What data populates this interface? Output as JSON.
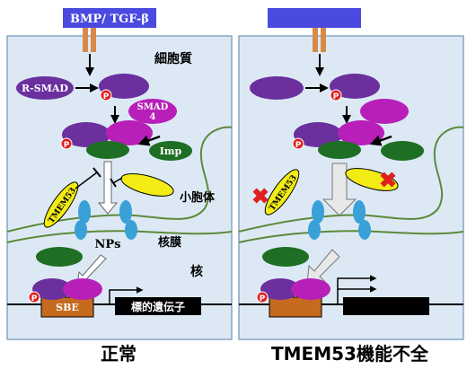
{
  "colors": {
    "cytoplasm": "#dce9f5",
    "panel_border": "#8aa6c4",
    "membrane": "#5c8a3a",
    "receptor_bar": "#4a4ae0",
    "receptor": "#d98a4a",
    "rsmad": "#6b2f9e",
    "smad4": "#b81fb8",
    "importin": "#1e6e24",
    "phospho": "#e02020",
    "tmem53": "#f2ec14",
    "np_pore": "#3aa0d8",
    "sbe_box": "#c56a1e",
    "gene_box": "#000000",
    "inhibit_cross": "#e02020"
  },
  "left_panel": {
    "ligand_label": "BMP/ TGF-β",
    "cytoplasm_label": "細胞質",
    "rsmad_label": "R-SMAD",
    "phospho_label": "P",
    "smad4_label_line1": "SMAD",
    "smad4_label_line2": "4",
    "importin_label": "Imp",
    "tmem53_label": "TMEM53",
    "vesicle_label": "小胞体",
    "np_label": "NPs",
    "nuclear_membrane_label": "核膜",
    "nucleus_label": "核",
    "sbe_label": "SBE",
    "target_gene_label": "標的遺伝子",
    "caption": "正常"
  },
  "right_panel": {
    "phospho_label": "P",
    "tmem53_label": "TMEM53",
    "caption": "TMEM53機能不全"
  }
}
